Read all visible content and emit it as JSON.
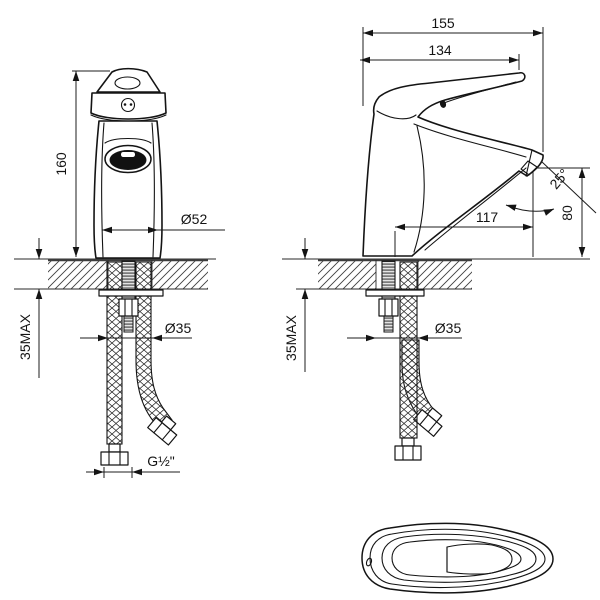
{
  "front_view": {
    "height": "160",
    "base_diameter": "Ø52",
    "max_deck_thickness": "35MAX",
    "hole_diameter": "Ø35",
    "thread_size": "G½\""
  },
  "side_view": {
    "overall_length": "155",
    "handle_length": "134",
    "spout_reach": "117",
    "spout_angle": "25°",
    "spout_height": "80",
    "max_deck_thickness": "35MAX",
    "hole_diameter": "Ø35"
  },
  "colors": {
    "line": "#141414",
    "background": "#ffffff"
  }
}
